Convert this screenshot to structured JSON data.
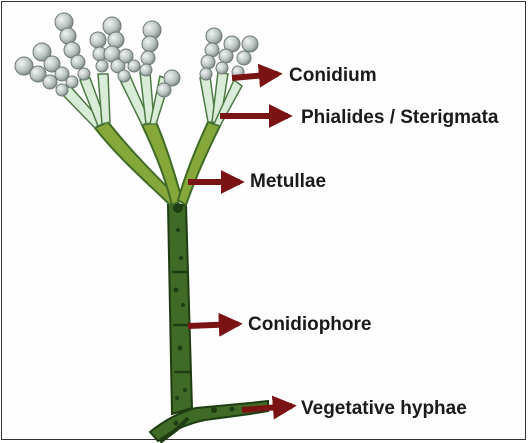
{
  "diagram": {
    "labels": {
      "conidium": "Conidium",
      "phialides": "Phialides / Sterigmata",
      "metullae": "Metullae",
      "conidiophore": "Conidiophore",
      "vegetative_hyphae": "Vegetative hyphae"
    },
    "colors": {
      "arrow": "#7a1414",
      "stalk": "#3f6b26",
      "stalk_dark": "#1f3d12",
      "metulla": "#86a83a",
      "phialide": "#d8ecd8",
      "spore": "#b9c2c0",
      "spore_edge": "#7b8684"
    }
  }
}
